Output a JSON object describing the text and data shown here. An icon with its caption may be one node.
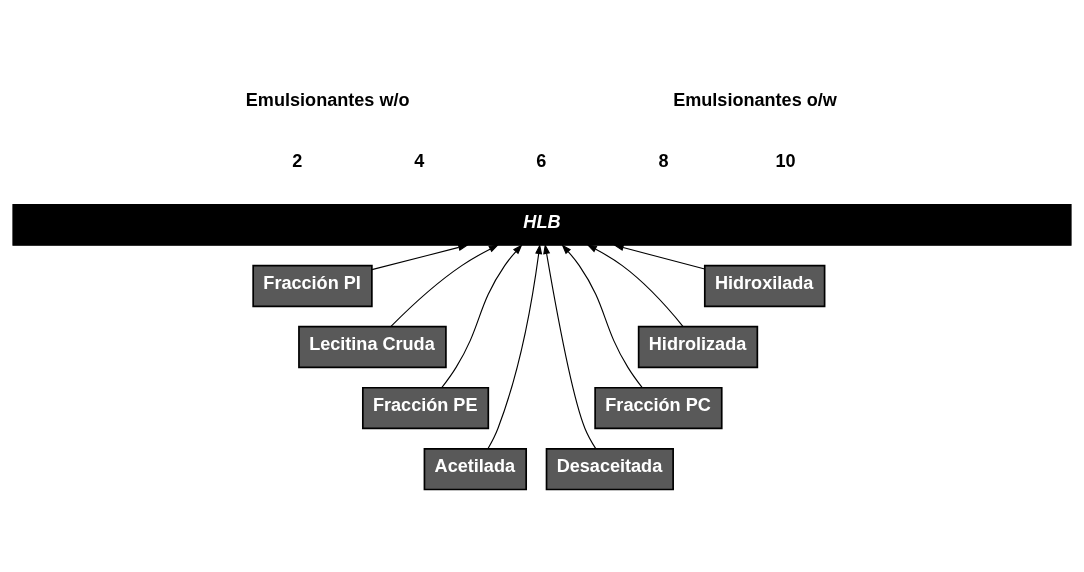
{
  "diagram": {
    "nodes": [
      {
        "text": [
          "HLB"
        ]
      },
      {
        "text": [
          "Fracción PI"
        ]
      },
      {
        "text": [
          "Lecitina Cruda"
        ]
      },
      {
        "text": [
          "Fracción PE"
        ]
      },
      {
        "text": [
          "Acetilada"
        ]
      },
      {
        "text": [
          "Desaceitada"
        ]
      },
      {
        "text": [
          "Fracción PC"
        ]
      },
      {
        "text": [
          "Hidrolizada"
        ]
      },
      {
        "text": [
          "Hidroxilada"
        ]
      }
    ],
    "edges": [
      {
        "from": 1,
        "to": 0,
        "arrow": "to"
      },
      {
        "from": 2,
        "to": 0,
        "arrow": "to"
      },
      {
        "from": 3,
        "to": 0,
        "arrow": "to"
      },
      {
        "from": 4,
        "to": 0,
        "arrow": "to"
      },
      {
        "from": 5,
        "to": 0,
        "arrow": "to"
      },
      {
        "from": 6,
        "to": 0,
        "arrow": "to"
      },
      {
        "from": 7,
        "to": 0,
        "arrow": "to"
      },
      {
        "from": 8,
        "to": 0,
        "arrow": "to"
      }
    ],
    "labels": [
      "Emulsionantes w/o",
      "Emulsionantes o/w",
      "2",
      "4",
      "6",
      "8",
      "10"
    ]
  }
}
